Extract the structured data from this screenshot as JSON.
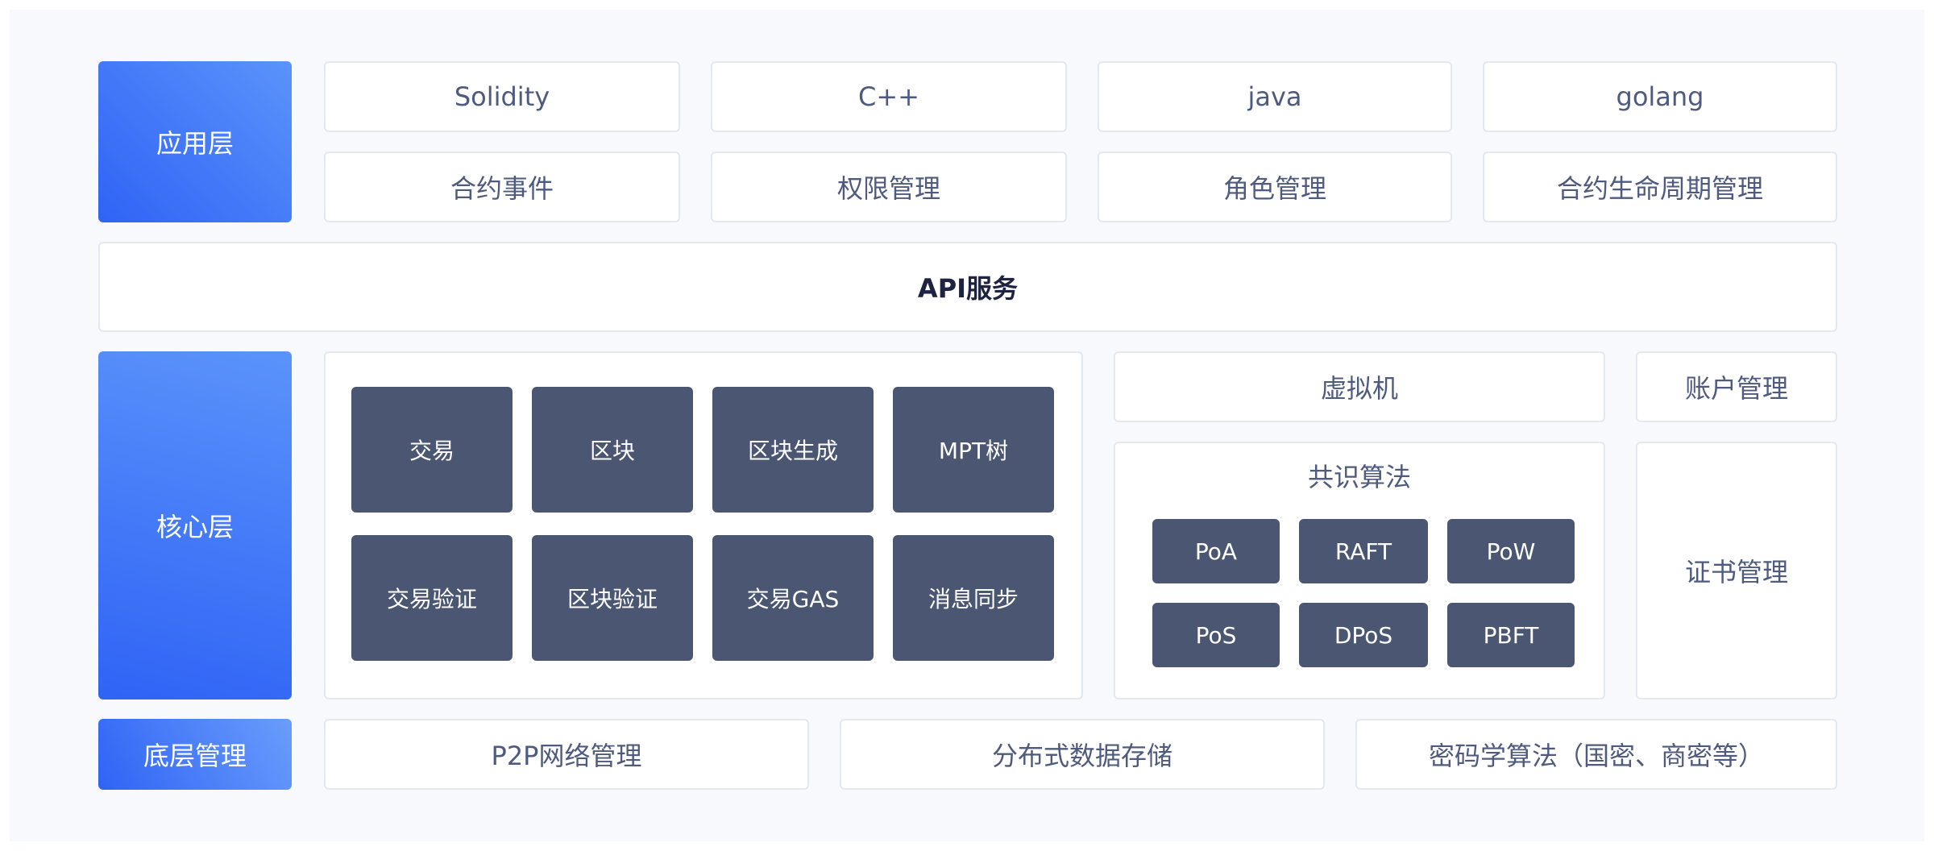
{
  "colors": {
    "layer_gradient_start": "#2f63f5",
    "layer_gradient_end": "#5b93fb",
    "dark_block": "#4b5672",
    "box_text": "#4e5a7e",
    "api_text": "#1d2340",
    "border": "#e3e8f1",
    "background": "#f7f9fd"
  },
  "layers": {
    "app": "应用层",
    "core": "核心层",
    "base": "底层管理"
  },
  "app_layer": {
    "languages": [
      "Solidity",
      "C++",
      "java",
      "golang"
    ],
    "features": [
      "合约事件",
      "权限管理",
      "角色管理",
      "合约生命周期管理"
    ]
  },
  "api": {
    "label": "API服务"
  },
  "core_layer": {
    "modules": [
      "交易",
      "区块",
      "区块生成",
      "MPT树",
      "交易验证",
      "区块验证",
      "交易GAS",
      "消息同步"
    ],
    "vm": "虚拟机",
    "account": "账户管理",
    "cert": "证书管理",
    "consensus": {
      "title": "共识算法",
      "algorithms": [
        "PoA",
        "RAFT",
        "PoW",
        "PoS",
        "DPoS",
        "PBFT"
      ]
    }
  },
  "base_layer": {
    "items": [
      "P2P网络管理",
      "分布式数据存储",
      "密码学算法（国密、商密等）"
    ]
  }
}
